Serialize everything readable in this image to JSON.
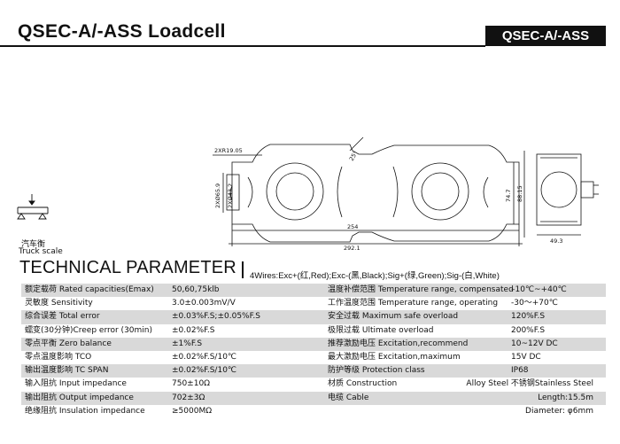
{
  "header": {
    "title": "QSEC-A/-ASS  Loadcell",
    "badge": "QSEC-A/-ASS"
  },
  "drawing": {
    "dims": {
      "radius": "2XR19.05",
      "hole_left": "2XØ65.9",
      "hole_inner": "2XØ43.2",
      "angle": "25°",
      "height_inner": "74.7",
      "height_outer": "88.15",
      "length_inner": "254",
      "length_outer": "292.1",
      "width": "49.3"
    }
  },
  "scale": {
    "label_cn": "汽车衡",
    "label_en": "Truck scale"
  },
  "section": {
    "title": "TECHNICAL PARAMETER",
    "wiring": "4Wires:Exc+(红,Red);Exc-(黑,Black);Sig+(绿,Green);Sig-(白,White)"
  },
  "params": {
    "rows": [
      {
        "lname": "额定载荷 Rated capacities(Emax)",
        "lval": "50,60,75klb",
        "rname": "温度补偿范围 Temperature range, compensated",
        "rval": "–10℃~+40℃",
        "shaded": true
      },
      {
        "lname": "灵敏度 Sensitivity",
        "lval": "3.0±0.003mV/V",
        "rname": "工作温度范围 Temperature range, operating",
        "rval": "-30～+70℃",
        "shaded": false
      },
      {
        "lname": "综合误差 Total error",
        "lval": "±0.03%F.S;±0.05%F.S",
        "rname": "安全过载 Maximum safe overload",
        "rval": "120%F.S",
        "shaded": true
      },
      {
        "lname": "蠕变(30分钟)Creep error (30min)",
        "lval": "±0.02%F.S",
        "rname": "极限过载 Ultimate overload",
        "rval": "200%F.S",
        "shaded": false
      },
      {
        "lname": "零点平衡 Zero balance",
        "lval": "±1%F.S",
        "rname": "推荐激励电压 Excitation,recommend",
        "rval": "10~12V DC",
        "shaded": true
      },
      {
        "lname": "零点温度影响 TCO",
        "lval": "±0.02%F.S/10℃",
        "rname": "最大激励电压 Excitation,maximum",
        "rval": "15V DC",
        "shaded": false
      },
      {
        "lname": "输出温度影响 TC SPAN",
        "lval": "±0.02%F.S/10℃",
        "rname": "防护等级  Protection class",
        "rval": "IP68",
        "shaded": true
      },
      {
        "lname": "输入阻抗 Input  impedance",
        "lval": "750±10Ω",
        "rname": "材质  Construction",
        "rval": "Alloy Steel  不锈钢Stainless Steel",
        "shaded": false,
        "rright": true
      },
      {
        "lname": "输出阻抗 Output  impedance",
        "lval": "702±3Ω",
        "rname": "电缆 Cable",
        "rval": "Length:15.5m",
        "shaded": true,
        "rright": true
      },
      {
        "lname": "绝缘阻抗 Insulation impedance",
        "lval": "≥5000MΩ",
        "rname": "",
        "rval": "Diameter: φ6mm",
        "shaded": false,
        "rright": true
      }
    ]
  }
}
